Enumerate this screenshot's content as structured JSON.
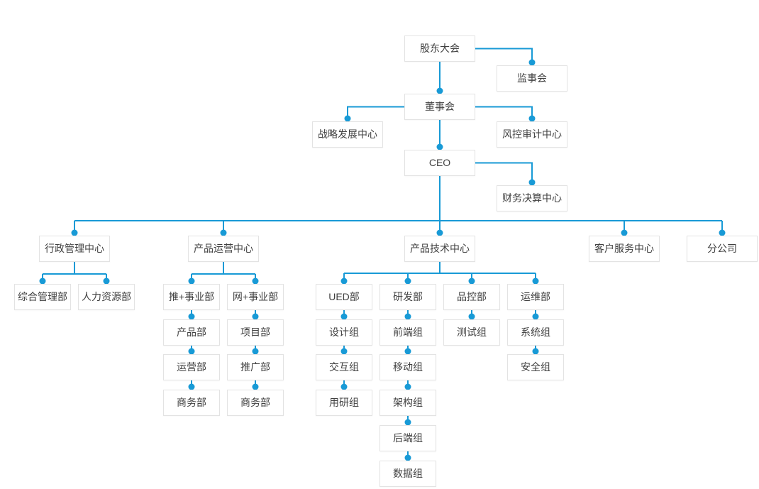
{
  "diagram": {
    "type": "org-chart",
    "colors": {
      "background": "#ffffff",
      "line": "#189ad6",
      "dot": "#189ad6",
      "node_background": "#ffffff",
      "node_border": "#e3e3e3",
      "node_text": "#404040"
    },
    "nodes": [
      {
        "id": "shareholders-meeting",
        "label": "股东大会",
        "parent": null
      },
      {
        "id": "supervisory-board",
        "label": "监事会",
        "parent": "shareholders-meeting"
      },
      {
        "id": "board-of-directors",
        "label": "董事会",
        "parent": "shareholders-meeting"
      },
      {
        "id": "strategy-center",
        "label": "战略发展中心",
        "parent": "board-of-directors"
      },
      {
        "id": "risk-audit-center",
        "label": "风控审计中心",
        "parent": "board-of-directors"
      },
      {
        "id": "ceo",
        "label": "CEO",
        "parent": "board-of-directors"
      },
      {
        "id": "finance-center",
        "label": "财务决算中心",
        "parent": "ceo"
      },
      {
        "id": "admin-center",
        "label": "行政管理中心",
        "parent": "ceo"
      },
      {
        "id": "product-ops-center",
        "label": "产品运营中心",
        "parent": "ceo"
      },
      {
        "id": "product-tech-center",
        "label": "产品技术中心",
        "parent": "ceo"
      },
      {
        "id": "customer-service-center",
        "label": "客户服务中心",
        "parent": "ceo"
      },
      {
        "id": "branch-company",
        "label": "分公司",
        "parent": "ceo"
      },
      {
        "id": "general-admin-dept",
        "label": "综合管理部",
        "parent": "admin-center"
      },
      {
        "id": "hr-dept",
        "label": "人力资源部",
        "parent": "admin-center"
      },
      {
        "id": "tui-division",
        "label": "推+事业部",
        "parent": "product-ops-center"
      },
      {
        "id": "product-dept",
        "label": "产品部",
        "parent": "tui-division"
      },
      {
        "id": "operations-dept",
        "label": "运营部",
        "parent": "product-dept"
      },
      {
        "id": "business-dept-1",
        "label": "商务部",
        "parent": "operations-dept"
      },
      {
        "id": "wang-division",
        "label": "网+事业部",
        "parent": "product-ops-center"
      },
      {
        "id": "project-dept",
        "label": "项目部",
        "parent": "wang-division"
      },
      {
        "id": "promotion-dept",
        "label": "推广部",
        "parent": "project-dept"
      },
      {
        "id": "business-dept-2",
        "label": "商务部",
        "parent": "promotion-dept"
      },
      {
        "id": "ued-dept",
        "label": "UED部",
        "parent": "product-tech-center"
      },
      {
        "id": "design-team",
        "label": "设计组",
        "parent": "ued-dept"
      },
      {
        "id": "interaction-team",
        "label": "交互组",
        "parent": "design-team"
      },
      {
        "id": "user-research-team",
        "label": "用研组",
        "parent": "interaction-team"
      },
      {
        "id": "rd-dept",
        "label": "研发部",
        "parent": "product-tech-center"
      },
      {
        "id": "frontend-team",
        "label": "前端组",
        "parent": "rd-dept"
      },
      {
        "id": "mobile-team",
        "label": "移动组",
        "parent": "frontend-team"
      },
      {
        "id": "architecture-team",
        "label": "架构组",
        "parent": "mobile-team"
      },
      {
        "id": "backend-team",
        "label": "后端组",
        "parent": "architecture-team"
      },
      {
        "id": "data-team",
        "label": "数据组",
        "parent": "backend-team"
      },
      {
        "id": "qc-dept",
        "label": "品控部",
        "parent": "product-tech-center"
      },
      {
        "id": "test-team",
        "label": "测试组",
        "parent": "qc-dept"
      },
      {
        "id": "om-dept",
        "label": "运维部",
        "parent": "product-tech-center"
      },
      {
        "id": "system-team",
        "label": "系统组",
        "parent": "om-dept"
      },
      {
        "id": "security-team",
        "label": "安全组",
        "parent": "system-team"
      }
    ]
  }
}
